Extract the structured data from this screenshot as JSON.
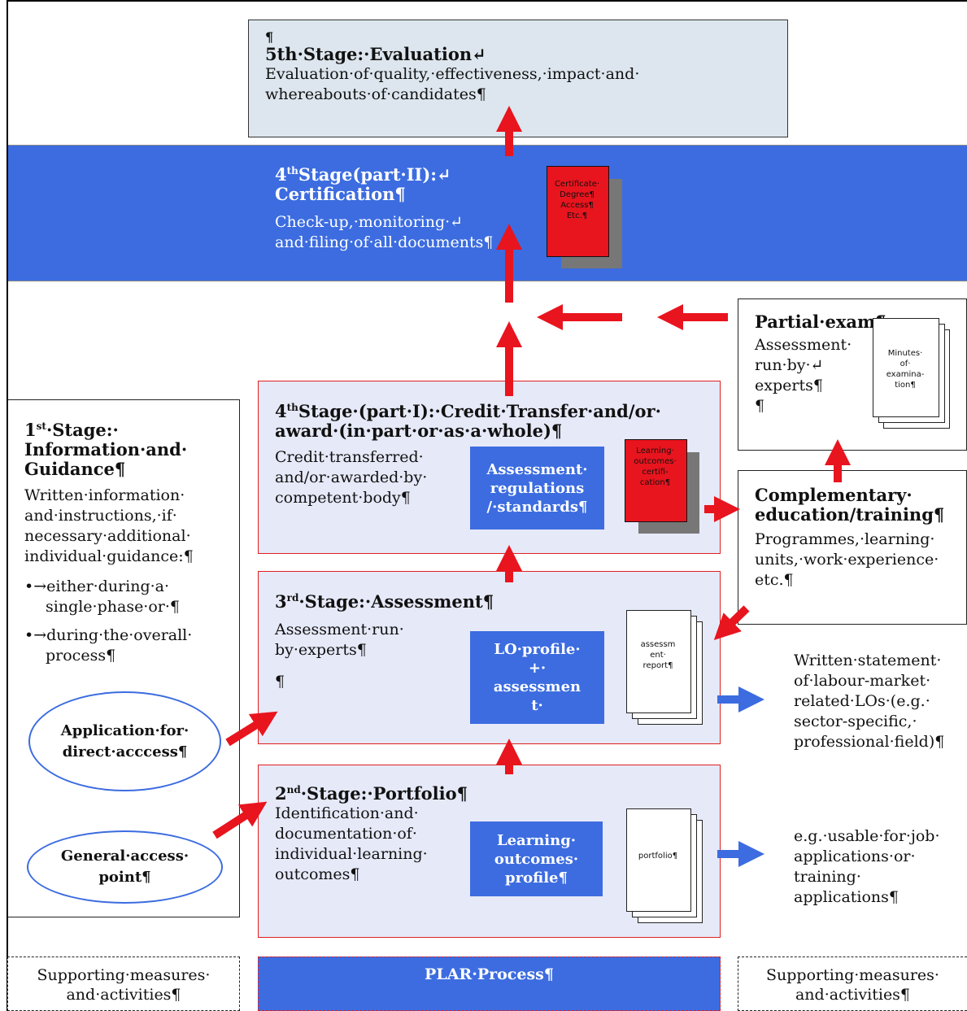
{
  "stage5": {
    "pilcrow": "¶",
    "title": "5th·Stage:·Evaluation↵",
    "line1": "Evaluation·of·quality,·effectiveness,·impact·and·",
    "line2": "whereabouts·of·candidates¶"
  },
  "stage4b": {
    "title_pre": "4",
    "title_sup": "th",
    "title_post": "Stage(part·II):↵",
    "title2": "Certification¶",
    "line1": "Check-up,·monitoring·↵",
    "line2": "and·filing·of·all·documents¶",
    "doc": [
      "Certificate·",
      "Degree¶",
      "Access¶",
      "Etc.¶"
    ]
  },
  "partial_exam": {
    "title": "Partial·exam¶",
    "line1": "Assessment·",
    "line2": "run·by·↵",
    "line3": "experts¶",
    "line4": "¶",
    "doc": [
      "Minutes·",
      "of·",
      "examina-",
      "tion¶"
    ]
  },
  "stage4a": {
    "title_pre": "4",
    "title_sup": "th",
    "title_post": "Stage·(part·I):·Credit·Transfer·and/or·",
    "title2": "award·(in·part·or·as·a·whole)¶",
    "line1": "Credit·transferred·",
    "line2": "and/or·awarded·by·",
    "line3": "competent·body¶",
    "blue": [
      "Assessment·",
      "regulations",
      "/·standards¶"
    ],
    "doc": [
      "Learning·",
      "outcomes·",
      "certifi-",
      "cation¶"
    ]
  },
  "complementary": {
    "title1": "Complementary·",
    "title2": "education/training¶",
    "line1": "Programmes,·learning·",
    "line2": "units,·work·experience·",
    "line3": "etc.¶"
  },
  "stage1": {
    "title_pre": "1",
    "title_sup": "st",
    "title_post": "·Stage:·",
    "title2": "Information·and·",
    "title3": "Guidance¶",
    "lines": [
      "Written·information·",
      "and·instructions,·if·",
      "necessary·additional·",
      "individual·guidance:¶"
    ],
    "bullet1a": "•→either·during·a·",
    "bullet1b": "single·phase·or·¶",
    "bullet2a": "•→during·the·overall·",
    "bullet2b": "process¶"
  },
  "stage3": {
    "title_pre": "3",
    "title_sup": "rd",
    "title_post": "·Stage:·Assessment¶",
    "line1": "Assessment·run·",
    "line2": "by·experts¶",
    "line3": "¶",
    "blue": [
      "LO·profile·",
      "+·",
      "assessmen",
      "t·"
    ],
    "doc": [
      "assessm",
      "ent·",
      "report¶"
    ]
  },
  "right_note1": [
    "Written·statement·",
    "of·labour-market·",
    "related·LOs·(e.g.·",
    "sector-specific,·",
    "professional·field)¶"
  ],
  "application": [
    "Application·for·",
    "direct·acccess¶"
  ],
  "stage2": {
    "title_pre": "2",
    "title_sup": "nd",
    "title_post": "·Stage:·Portfolio¶",
    "lines": [
      "Identification·and·",
      "documentation·of·",
      "individual·learning·",
      "outcomes¶"
    ],
    "blue": [
      "Learning·",
      "outcomes·",
      "profile¶"
    ],
    "doc": [
      "portfolio¶"
    ]
  },
  "right_note2": [
    "e.g.·usable·for·job·",
    "applications·or·",
    "training·",
    "applications¶"
  ],
  "general_access": [
    "General·access·",
    "point¶"
  ],
  "bottom": {
    "left": [
      "Supporting·measures·",
      "and·activities¶"
    ],
    "center": "PLAR·Process¶",
    "right": [
      "Supporting·measures·",
      "and·activities¶"
    ]
  },
  "colors": {
    "red": "#e8141e",
    "blue": "#3c6ce0",
    "stage_bg": "#e6e9f8",
    "eval_bg": "#dde6ee"
  }
}
